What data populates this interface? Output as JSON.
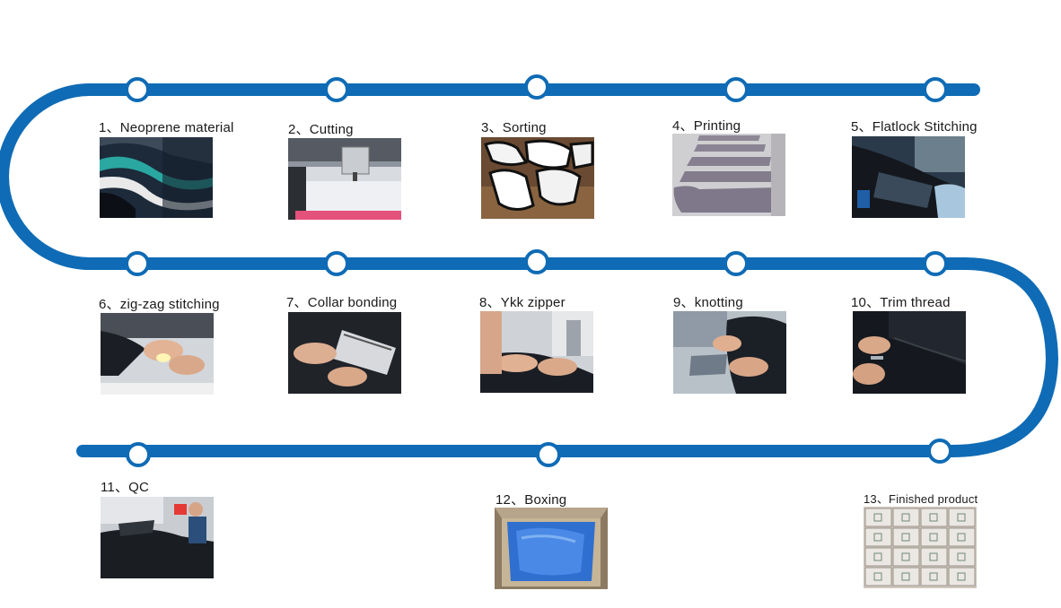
{
  "colors": {
    "track": "#0f6bb5",
    "node_fill": "#ffffff"
  },
  "steps": [
    {
      "label": "1、Neoprene material",
      "photo": "neoprene-rolls"
    },
    {
      "label": "2、Cutting",
      "photo": "cutting-machine"
    },
    {
      "label": "3、Sorting",
      "photo": "cut-pieces"
    },
    {
      "label": "4、Printing",
      "photo": "printed-panels"
    },
    {
      "label": "5、Flatlock Stitching",
      "photo": "sewing-station"
    },
    {
      "label": "6、zig-zag stitching",
      "photo": "sewing-hands"
    },
    {
      "label": "7、Collar bonding",
      "photo": "bonding-hands"
    },
    {
      "label": "8、Ykk zipper",
      "photo": "zipper-sewing"
    },
    {
      "label": "9、knotting",
      "photo": "knotting-hands"
    },
    {
      "label": "10、Trim thread",
      "photo": "trim-hands"
    },
    {
      "label": "11、QC",
      "photo": "quality-check"
    },
    {
      "label": "12、Boxing",
      "photo": "blue-box"
    },
    {
      "label": "13、Finished product",
      "photo": "stacked-boxes"
    }
  ]
}
